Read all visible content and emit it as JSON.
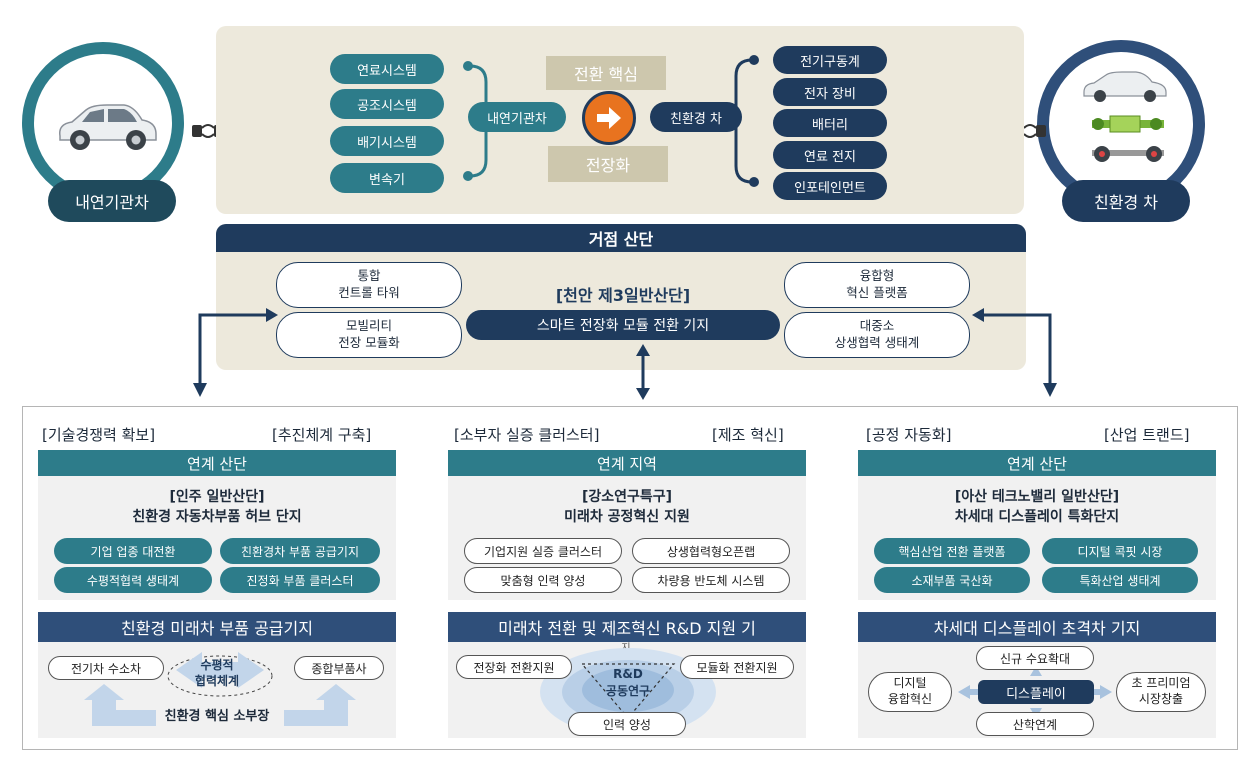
{
  "colors": {
    "teal": "#2d7c8a",
    "navy": "#1f3b5d",
    "beige": "#ede9dc",
    "tan": "#cdc7ad",
    "orange": "#e8731f"
  },
  "top": {
    "left_label": "내연기관차",
    "right_label": "친환경 차",
    "ice_items": [
      "연료시스템",
      "공조시스템",
      "배기시스템",
      "변속기"
    ],
    "ice_center": "내연기관차",
    "core_top": "전환 핵심",
    "core_bottom": "전장화",
    "eco_center": "친환경 차",
    "eco_items": [
      "전기구동계",
      "전자 장비",
      "배터리",
      "연료 전지",
      "인포테인먼트"
    ]
  },
  "hub": {
    "title": "거점 산단",
    "left_boxes": [
      [
        "통합",
        "컨트롤 타워"
      ],
      [
        "모빌리티",
        "전장 모듈화"
      ]
    ],
    "center_title": "[천안 제3일반산단]",
    "center_sub": "스마트 전장화 모듈 전환 기지",
    "right_boxes": [
      [
        "융합형",
        "혁신 플랫폼"
      ],
      [
        "대중소",
        "상생협력 생태계"
      ]
    ]
  },
  "col1": {
    "tag_left": "[기술경쟁력 확보]",
    "tag_right": "[추진체계 구축]",
    "header": "연계 산단",
    "title1": "[인주 일반산단]",
    "title2": "친환경 자동차부품 허브 단지",
    "pills": [
      "기업 업종 대전환",
      "친환경차 부품 공급기지",
      "수평적협력 생태계",
      "진정화 부품 클러스터"
    ],
    "bottom_header": "친환경 미래차 부품 공급기지",
    "left_node": "전기차 수소차",
    "right_node": "종합부품사",
    "center1": "수평적",
    "center2": "협력체계",
    "footer": "친환경 핵심 소부장"
  },
  "col2": {
    "tag_left": "[소부자 실증 클러스터]",
    "tag_right": "[제조 혁신]",
    "header": "연계 지역",
    "title1": "[강소연구특구]",
    "title2": "미래차 공정혁신 지원",
    "pills": [
      "기업지원 실증 클러스터",
      "상생협력형오픈랩",
      "맞춤형 인력 양성",
      "차량용 반도체 시스템"
    ],
    "bottom_header": "미래차 전환 및 제조혁신 R&D 지원 기",
    "bottom_header_overflow": "지",
    "left_node": "전장화 전환지원",
    "right_node": "모듈화 전환지원",
    "center1": "R&D",
    "center2": "공동연구",
    "bottom_node": "인력 양성"
  },
  "col3": {
    "tag_left": "[공정 자동화]",
    "tag_right": "[산업 트랜드]",
    "header": "연계 산단",
    "title1": "[아산 테크노밸리 일반산단]",
    "title2": "차세대 디스플레이 특화단지",
    "pills": [
      "핵심산업 전환 플랫폼",
      "디지털 콕핏 시장",
      "소재부품 국산화",
      "특화산업 생태계"
    ],
    "bottom_header": "차세대 디스플레이 초격차 기지",
    "top_node": "신규 수요확대",
    "left_node1": "디지털",
    "left_node2": "융합혁신",
    "center": "디스플레이",
    "right_node1": "초 프리미엄",
    "right_node2": "시장창출",
    "bottom_node": "산학연계"
  }
}
